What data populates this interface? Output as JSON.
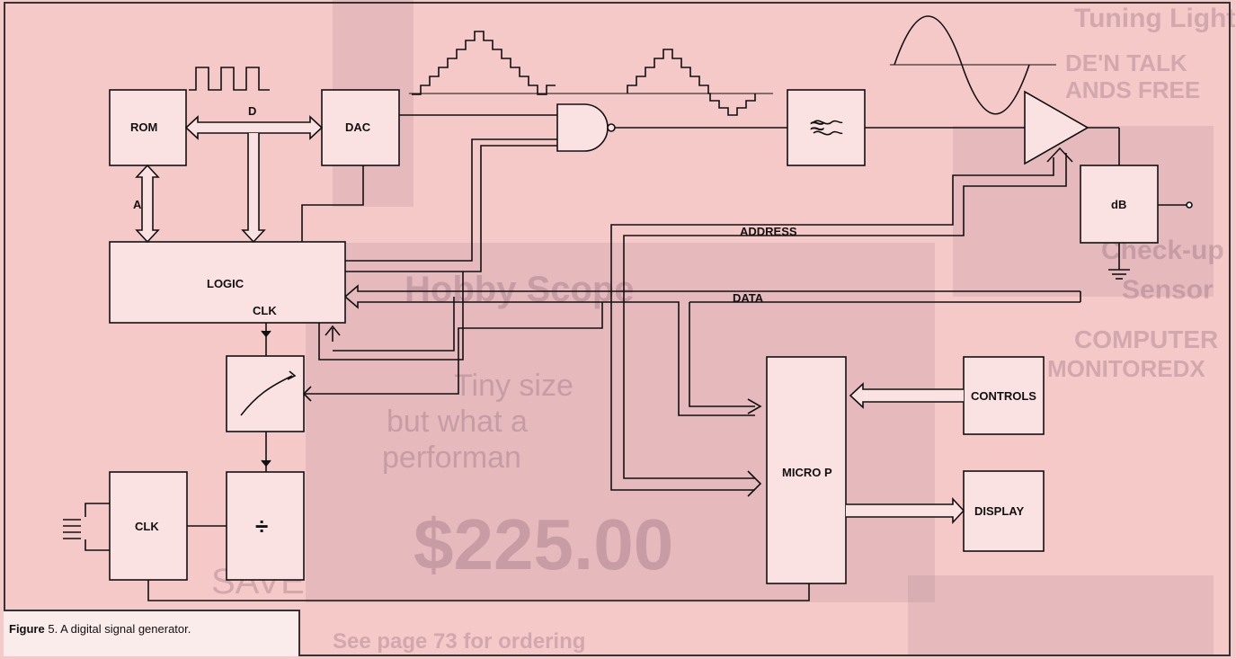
{
  "figure": {
    "caption_prefix": "Figure",
    "caption_number": "5",
    "caption_text": ". A digital signal generator."
  },
  "blocks": {
    "rom": "ROM",
    "dac": "DAC",
    "logic": "LOGIC",
    "clk_label": "CLK",
    "clk": "CLK",
    "micro_p": "MICRO P",
    "controls": "CONTROLS",
    "display": "DISPLAY",
    "db": "dB",
    "divider": "÷",
    "filter": "≈"
  },
  "buses": {
    "d": "D",
    "a": "A",
    "address": "ADDRESS",
    "data": "DATA"
  },
  "background_bleed": {
    "t1": "Tuning Light",
    "t2": "Check-up",
    "t3": "Sensor",
    "t4": "Hobby Scope",
    "t5": "Tiny size",
    "t6": "but what a",
    "t7": "performan",
    "t8": "$225.00",
    "t9": "COMPUTER",
    "t10": "MONITOREDX",
    "t11": "SAVE",
    "t12": "See page 73 for ordering",
    "t13": "DE'N TALK",
    "t14": "ANDS FREE"
  }
}
